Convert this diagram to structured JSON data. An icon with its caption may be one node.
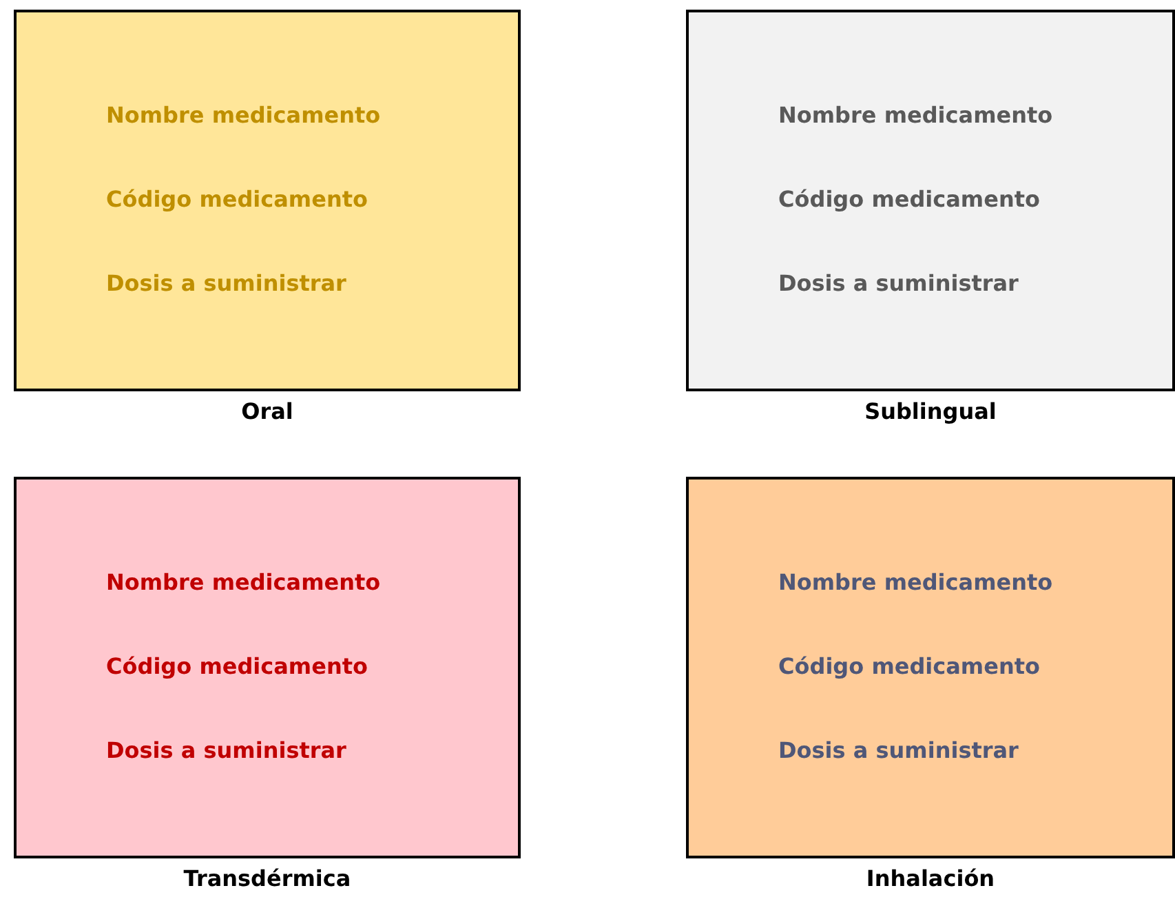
{
  "diagram": {
    "nodes": [
      {
        "text": [
          "Nombre medicamento",
          "Código medicamento",
          "Dosis a suministrar"
        ],
        "beside": [
          "Oral"
        ]
      },
      {
        "text": [
          "Nombre medicamento",
          "Código medicamento",
          "Dosis a suministrar"
        ],
        "beside": [
          "Sublingual"
        ]
      },
      {
        "text": [
          "Nombre medicamento",
          "Código medicamento",
          "Dosis a suministrar"
        ],
        "beside": [
          "Transdérmica"
        ]
      },
      {
        "text": [
          "Nombre medicamento",
          "Código medicamento",
          "Dosis a suministrar"
        ],
        "beside": [
          "Inhalación"
        ]
      }
    ]
  }
}
